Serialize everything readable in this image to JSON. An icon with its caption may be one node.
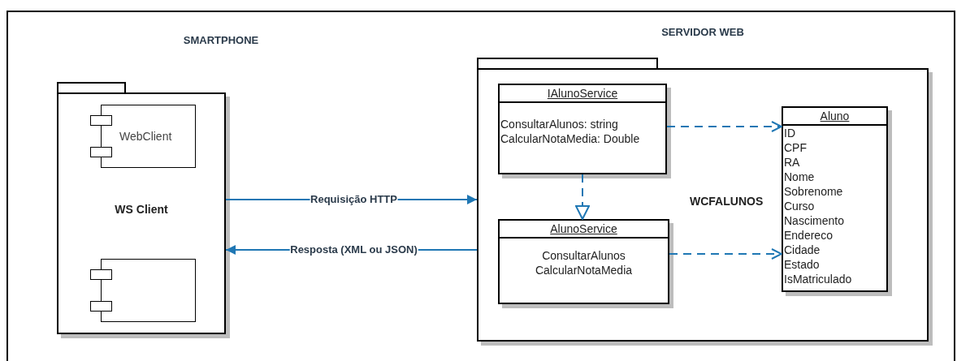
{
  "diagram": {
    "nodes": [
      {
        "text": [
          "WS Client"
        ]
      },
      {
        "text": [
          "WebClient"
        ],
        "in": 0
      },
      {
        "text": [],
        "shape": "box",
        "in": 0
      },
      {
        "text": [
          "WCFALUNOS"
        ]
      },
      {
        "text": [
          "IAlunoService",
          "ConsultarAlunos: string",
          "CalcularNotaMedia: Double"
        ],
        "in": 3
      },
      {
        "text": [
          "AlunoService",
          "ConsultarAlunos",
          "CalcularNotaMedia"
        ],
        "in": 3
      },
      {
        "text": [
          "Aluno",
          "ID",
          "CPF",
          "RA",
          "Nome",
          "Sobrenome",
          "Curso",
          "Nascimento",
          "Endereco",
          "Cidade",
          "Estado",
          "IsMatriculado"
        ],
        "in": 3
      }
    ],
    "edges": [
      {
        "from": 0,
        "to": 3,
        "arrow": "to",
        "label": "Requisição HTTP"
      },
      {
        "from": 3,
        "to": 0,
        "arrow": "to",
        "label": "Resposta (XML ou JSON)"
      },
      {
        "from": 4,
        "to": 5,
        "arrow": "to",
        "style": "dashed"
      },
      {
        "from": 4,
        "to": 6,
        "arrow": "to",
        "style": "dashed"
      },
      {
        "from": 5,
        "to": 6,
        "arrow": "to",
        "style": "dashed"
      }
    ],
    "labels": [
      "SMARTPHONE",
      "SERVIDOR WEB"
    ]
  }
}
